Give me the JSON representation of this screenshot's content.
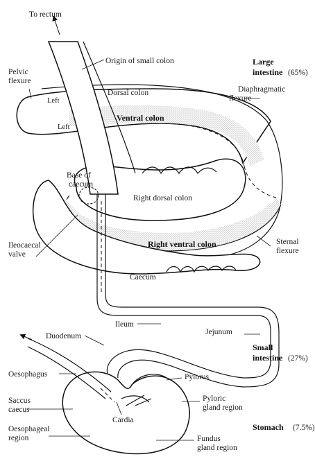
{
  "diagram": {
    "labels": {
      "to_rectum": "To rectum",
      "origin_small_colon": "Origin of small colon",
      "large_intestine_1": "Large",
      "large_intestine_2": "intestine",
      "large_intestine_pct": "(65%)",
      "pelvic_flexure_1": "Pelvic",
      "pelvic_flexure_2": "flexure",
      "left_upper": "Left",
      "left_lower": "Left",
      "dorsal_colon": "Dorsal colon",
      "ventral_colon": "Ventral colon",
      "diaphragmatic_1": "Diaphragmatic",
      "diaphragmatic_2": "flexure",
      "base_caecum_1": "Base of",
      "base_caecum_2": "caecum",
      "right_dorsal_colon": "Right dorsal colon",
      "ileocaecal_1": "Ileocaecal",
      "ileocaecal_2": "valve",
      "right_ventral_colon": "Right ventral colon",
      "sternal_1": "Sternal",
      "sternal_2": "flexure",
      "caecum": "Caecum",
      "ileum": "Ileum",
      "jejunum": "Jejunum",
      "duodenum": "Duodenum",
      "small_intestine_1": "Small",
      "small_intestine_2": "intestine",
      "small_intestine_pct": "(27%)",
      "oesophagus": "Oesophagus",
      "pylorus": "Pylorus",
      "saccus_1": "Saccus",
      "saccus_2": "caecus",
      "pyloric_1": "Pyloric",
      "pyloric_2": "gland region",
      "cardia": "Cardia",
      "oesophageal_1": "Oesophageal",
      "oesophageal_2": "region",
      "stomach": "Stomach",
      "stomach_pct": "(7.5%)",
      "fundus_1": "Fundus",
      "fundus_2": "gland region"
    }
  }
}
